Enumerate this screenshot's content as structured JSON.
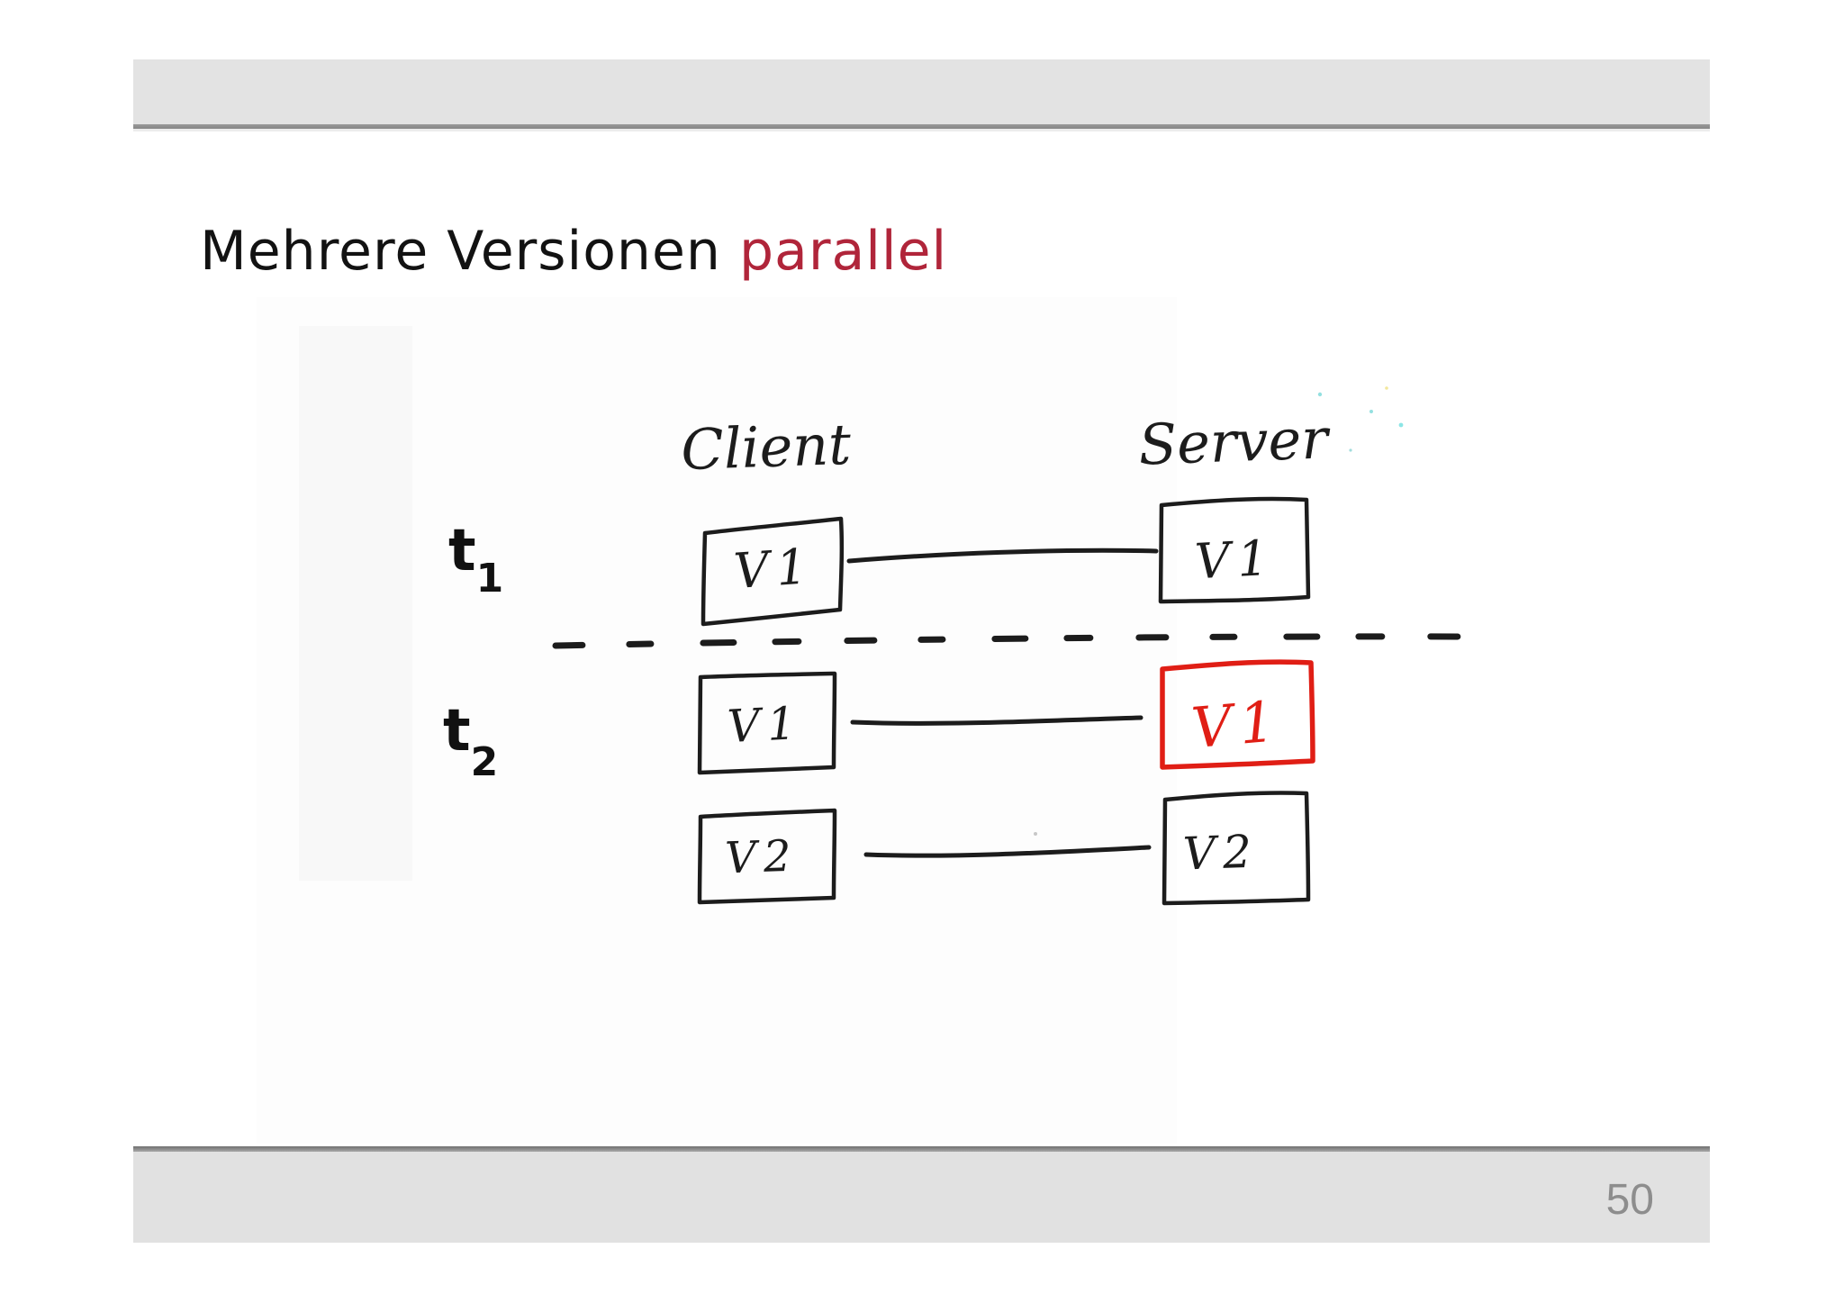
{
  "slide": {
    "title": {
      "main": "Mehrere Versionen ",
      "accent": "parallel"
    },
    "page_number": "50"
  },
  "diagram": {
    "columns": [
      {
        "label": "Client"
      },
      {
        "label": "Server"
      }
    ],
    "time_labels": [
      {
        "base": "t",
        "sub": "1"
      },
      {
        "base": "t",
        "sub": "2"
      }
    ],
    "rows": [
      {
        "time": "t1",
        "client_label": "V1",
        "server_label": "V1",
        "server_highlighted": false
      },
      {
        "time": "t2",
        "client_label": "V1",
        "server_label": "V1",
        "server_highlighted": true
      },
      {
        "time": "t2",
        "client_label": "V2",
        "server_label": "V2",
        "server_highlighted": false
      }
    ]
  },
  "colors": {
    "title_accent_red": "#b0253a",
    "sketch_red": "#e01e15",
    "ink_black": "#1c1c1c",
    "bar_gray": "#e3e3e3",
    "page_number_gray": "#8d8d8d"
  }
}
